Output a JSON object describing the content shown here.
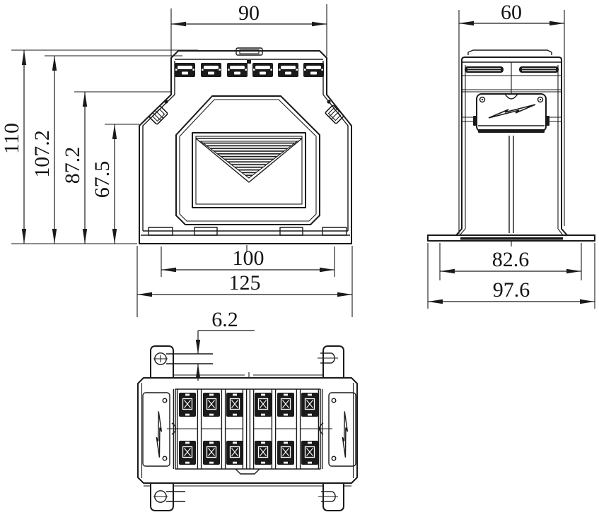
{
  "colors": {
    "ink": "#1a1a1a",
    "paper": "#ffffff"
  },
  "views": {
    "front": {
      "dims": {
        "top_width": "90",
        "height_overall": "110",
        "height_case": "107.2",
        "height_body": "87.2",
        "height_bezel": "67.5",
        "width_inner": "100",
        "width_overall": "125"
      }
    },
    "side": {
      "dims": {
        "depth_top": "60",
        "flange_inner": "82.6",
        "flange_overall": "97.6"
      }
    },
    "bottom": {
      "dims": {
        "tab_slot": "6.2"
      }
    }
  }
}
